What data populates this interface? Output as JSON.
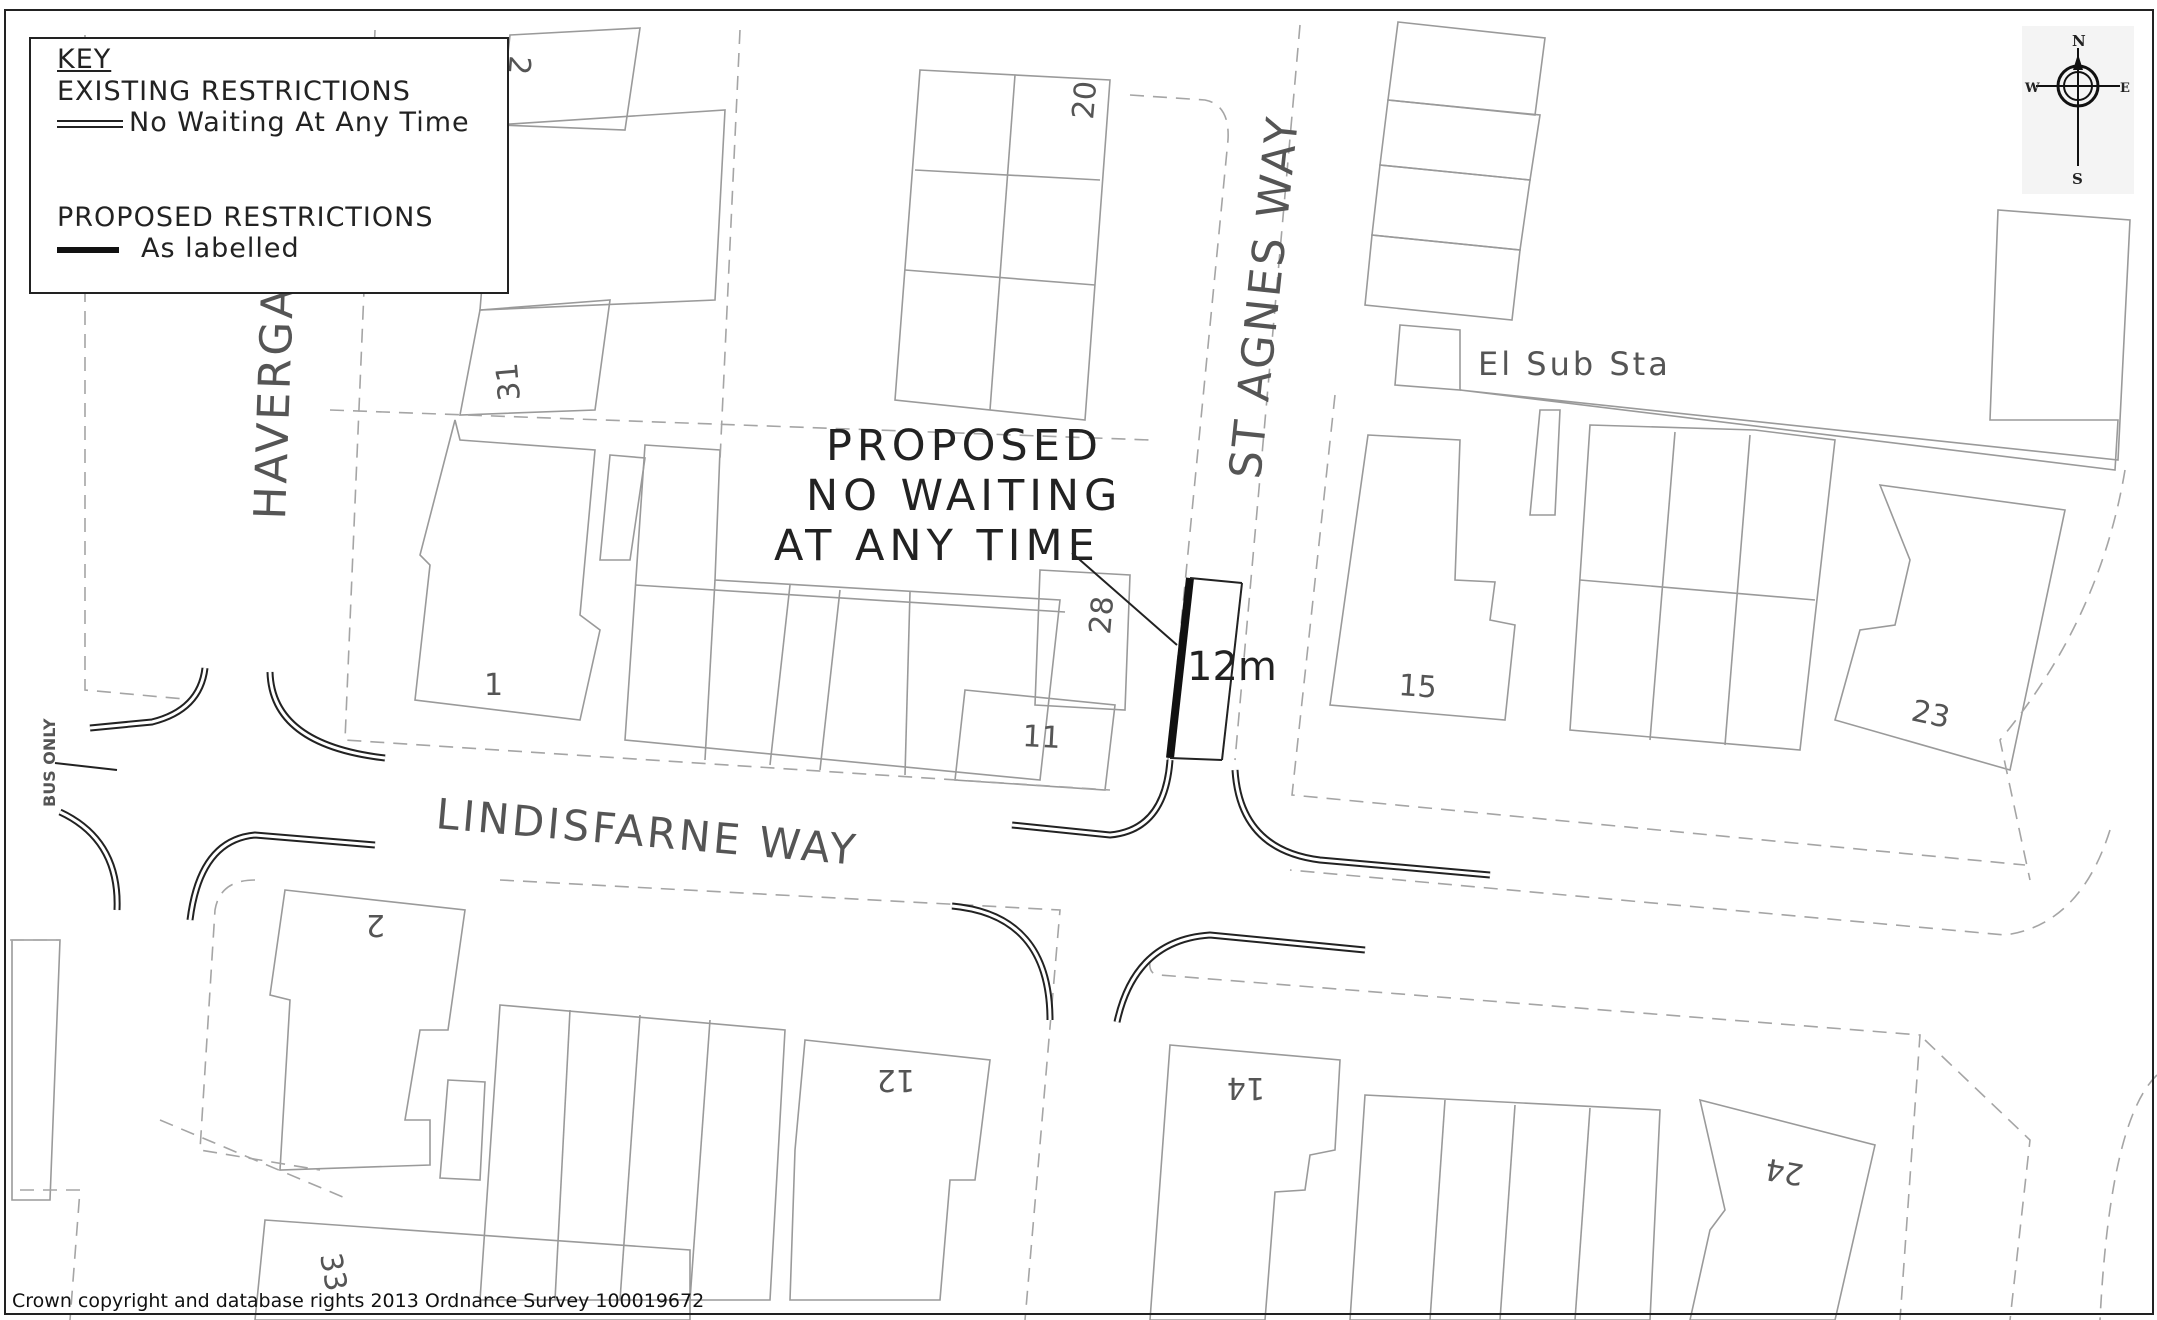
{
  "legend": {
    "title": "KEY",
    "existing_heading": "EXISTING RESTRICTIONS",
    "existing_item": "No Waiting At Any Time",
    "proposed_heading": "PROPOSED RESTRICTIONS",
    "proposed_item": "As labelled"
  },
  "compass": {
    "n": "N",
    "s": "S",
    "e": "E",
    "w": "W"
  },
  "streets": {
    "haverga": "HAVERGA",
    "st_agnes_way": "ST AGNES WAY",
    "lindisfarne_way": "LINDISFARNE WAY",
    "el_sub_sta": "El Sub Sta",
    "bus_only": "BUS ONLY"
  },
  "house_numbers": {
    "n20": "20",
    "n31": "31",
    "n1": "1",
    "n28": "28",
    "n11": "11",
    "n15": "15",
    "n23": "23",
    "n2": "2",
    "n12": "12",
    "n14": "14",
    "n24": "24",
    "n33": "33",
    "n2top": "2"
  },
  "callout": {
    "line1": "PROPOSED",
    "line2": "NO WAITING",
    "line3": "AT ANY TIME",
    "length": "12m"
  },
  "copyright": "Crown copyright and database rights 2013 Ordnance Survey 100019672",
  "colors": {
    "linework": "#222222",
    "buildings": "#9a9a9a",
    "labels": "#7a7a7a"
  }
}
